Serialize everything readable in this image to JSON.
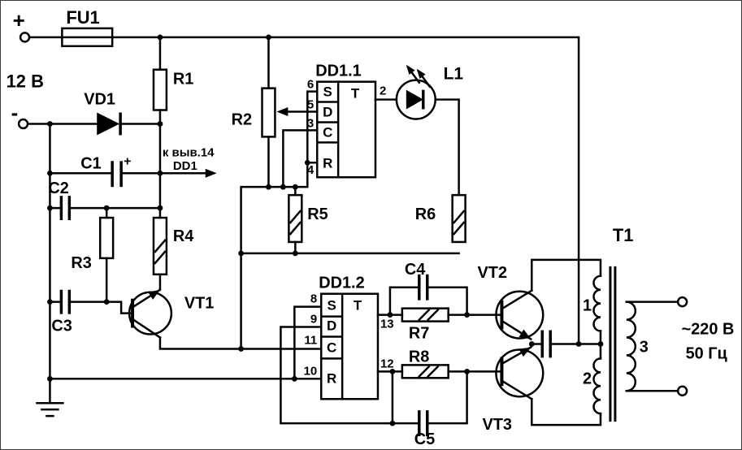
{
  "colors": {
    "ink": "#000000",
    "bg": "#ffffff"
  },
  "power": {
    "plus": "+",
    "minus": "-",
    "supply": "12 В"
  },
  "components": {
    "fuse": "FU1",
    "diode": "VD1",
    "r1": "R1",
    "r2": "R2",
    "r3": "R3",
    "r4": "R4",
    "r5": "R5",
    "r6": "R6",
    "r7": "R7",
    "r8": "R8",
    "c1": "C1",
    "c1_polarity": "+",
    "c2": "C2",
    "c3": "C3",
    "c4": "C4",
    "c5": "C5",
    "vt1": "VT1",
    "vt2": "VT2",
    "vt3": "VT3",
    "led": "L1"
  },
  "flipflop1": {
    "name": "DD1.1",
    "type": "T",
    "inputs": [
      "S",
      "D",
      "C",
      "R"
    ],
    "pins": {
      "s": "6",
      "d": "5",
      "c": "3",
      "r": "4",
      "out": "2"
    }
  },
  "flipflop2": {
    "name": "DD1.2",
    "type": "T",
    "inputs": [
      "S",
      "D",
      "C",
      "R"
    ],
    "pins": {
      "s": "8",
      "d": "9",
      "c": "11",
      "r": "10",
      "out_q": "13",
      "out_qb": "12"
    }
  },
  "note": {
    "line1": "к выв.14",
    "line2": "DD1"
  },
  "transformer": {
    "label": "T1",
    "winding1": "1",
    "winding2": "2",
    "winding3": "3"
  },
  "output": {
    "voltage": "~220 В",
    "frequency": "50 Гц"
  }
}
